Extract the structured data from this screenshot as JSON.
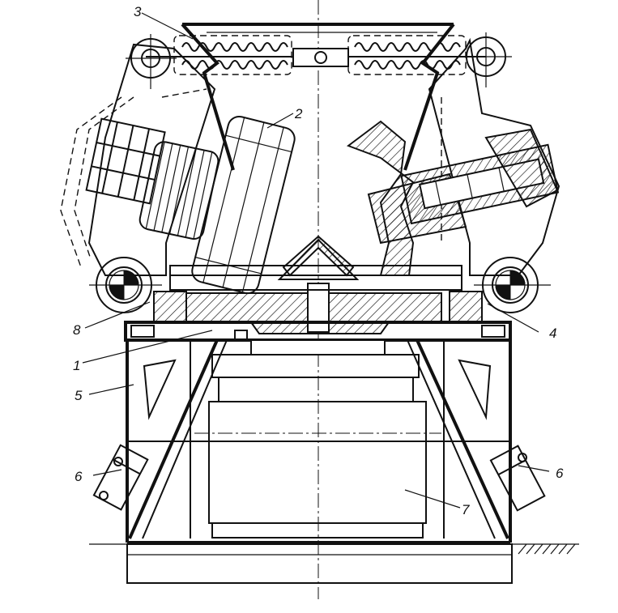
{
  "callouts": [
    {
      "id": "c1",
      "label": "1"
    },
    {
      "id": "c2",
      "label": "2"
    },
    {
      "id": "c3",
      "label": "3"
    },
    {
      "id": "c4",
      "label": "4"
    },
    {
      "id": "c5",
      "label": "5"
    },
    {
      "id": "c6a",
      "label": "6"
    },
    {
      "id": "c6b",
      "label": "6"
    },
    {
      "id": "c7",
      "label": "7"
    },
    {
      "id": "c8",
      "label": "8"
    }
  ]
}
